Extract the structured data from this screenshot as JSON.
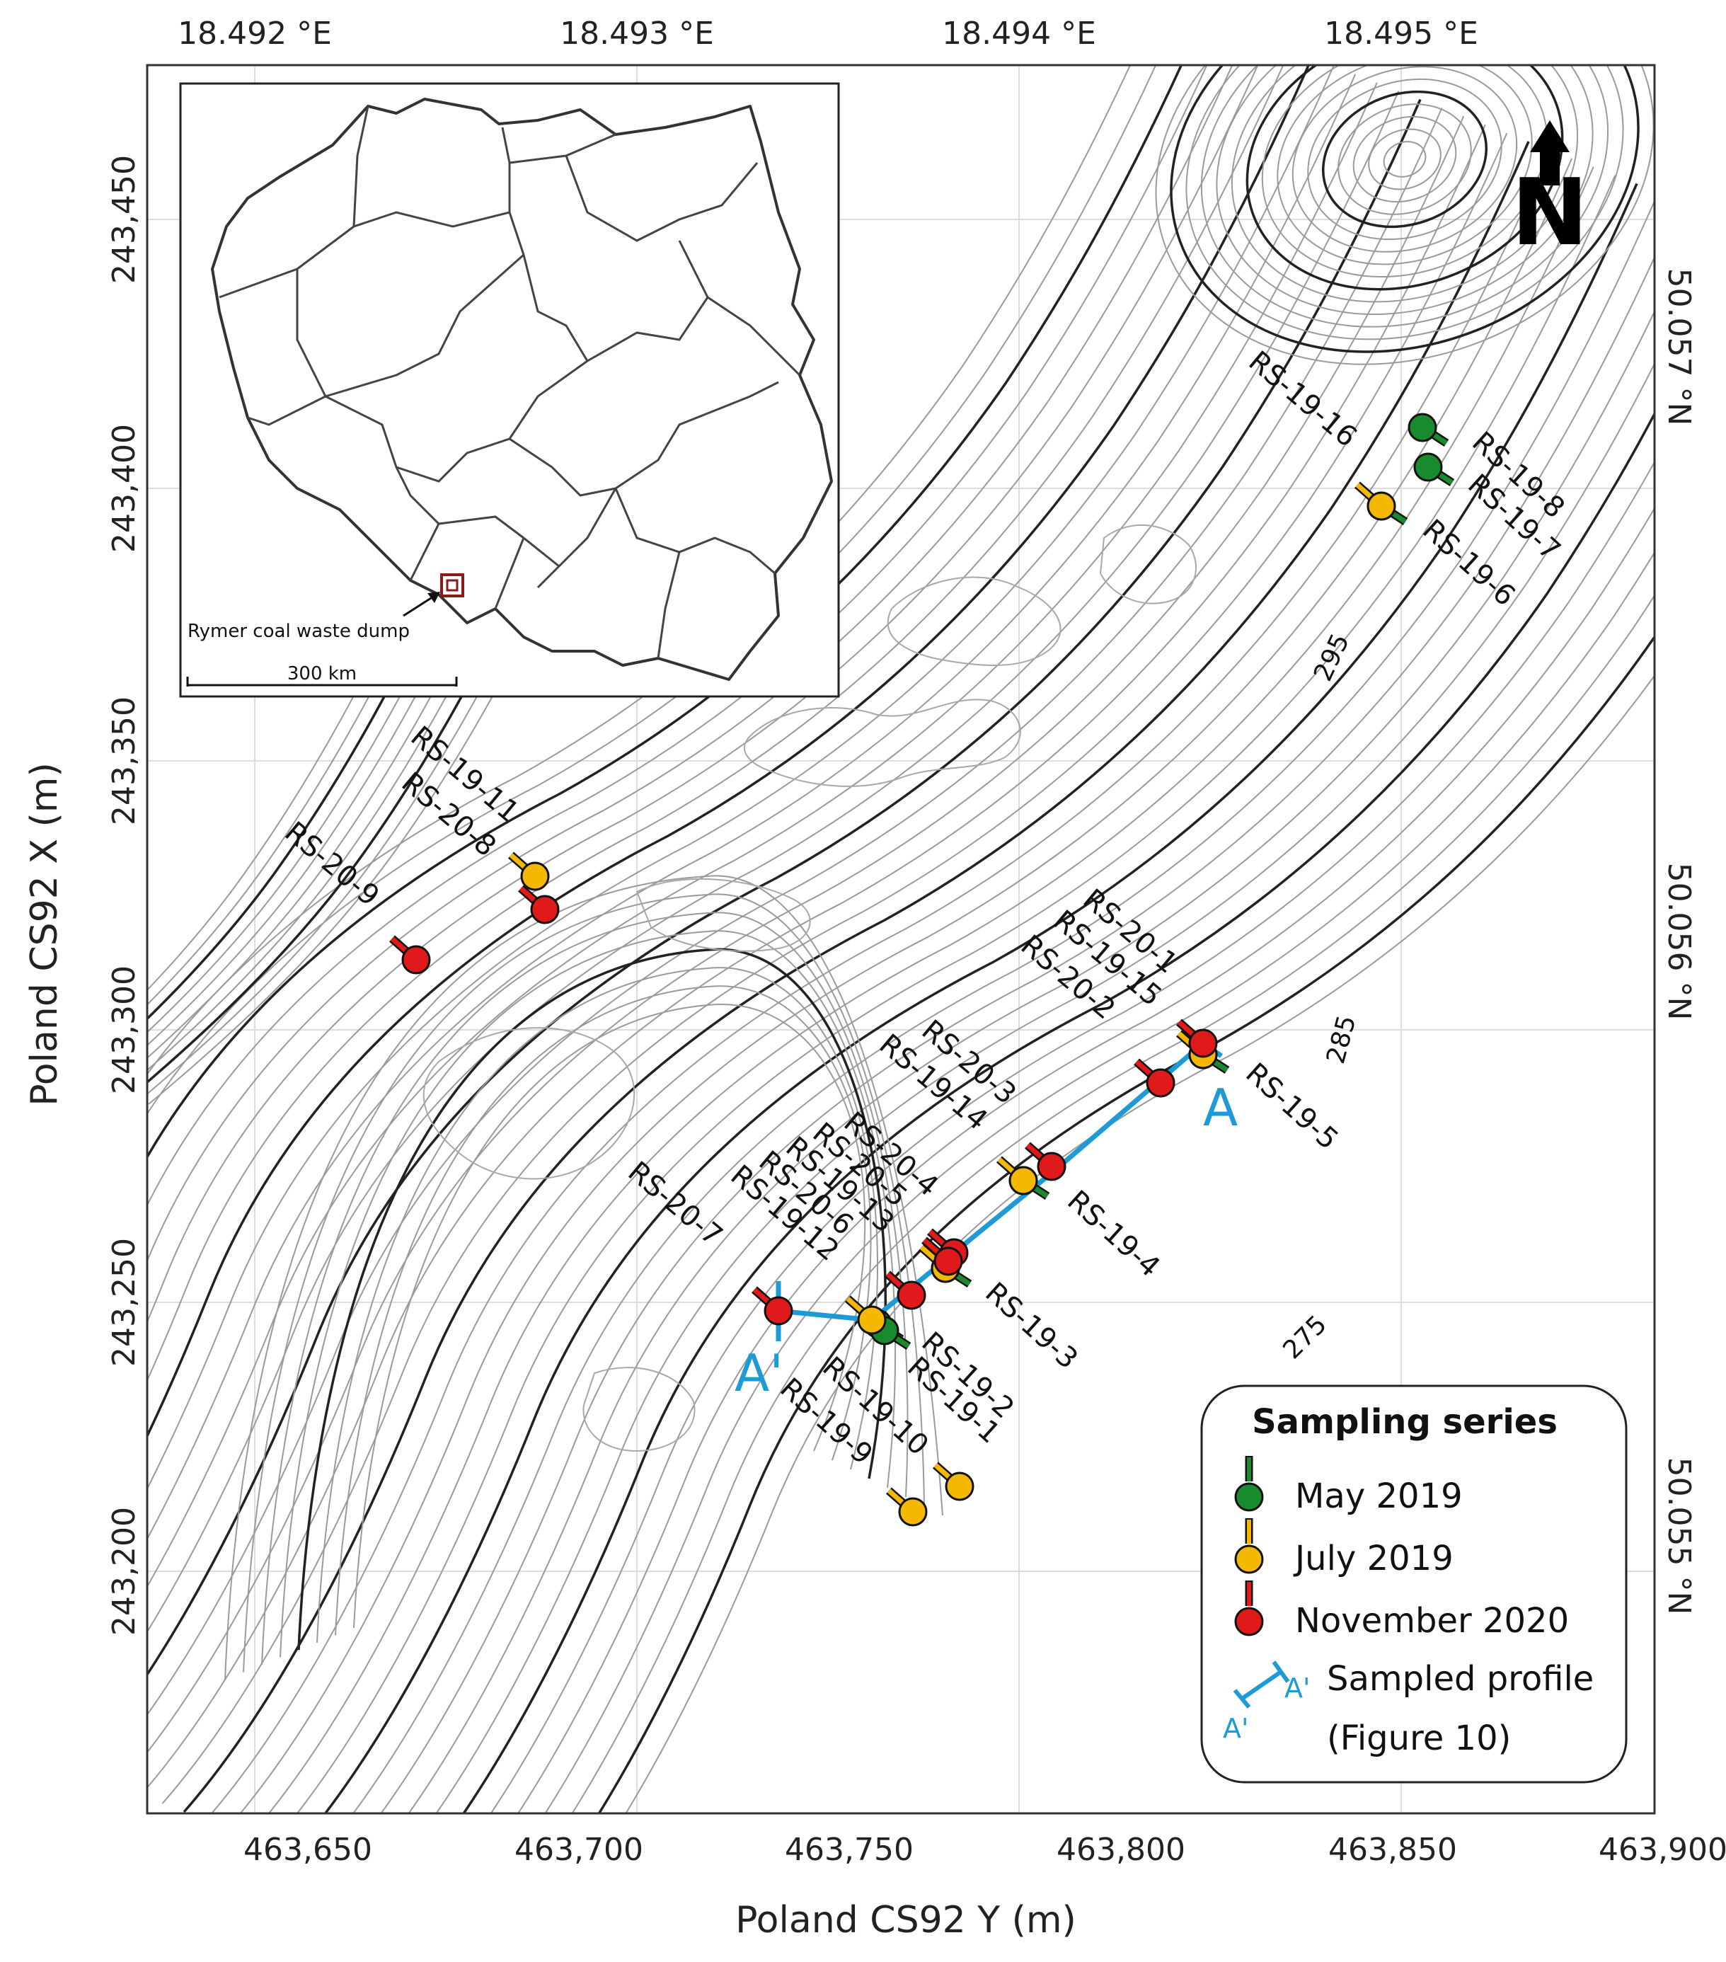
{
  "axes": {
    "y_title": "Poland CS92 X (m)",
    "x_title": "Poland CS92 Y (m)",
    "top_ticks": [
      "18.492 °E",
      "18.493 °E",
      "18.494 °E",
      "18.495 °E"
    ],
    "bottom_ticks": [
      "463,650",
      "463,700",
      "463,750",
      "463,800",
      "463,850",
      "463,900"
    ],
    "left_ticks": [
      "243,450",
      "243,400",
      "243,350",
      "243,300",
      "243,250",
      "243,200"
    ],
    "right_ticks": [
      "50.057 °N",
      "50.056 °N",
      "50.055 °N"
    ]
  },
  "north_arrow": {
    "letter": "N"
  },
  "contours": {
    "labels": [
      "295",
      "285",
      "275"
    ]
  },
  "inset": {
    "caption": "Rymer coal waste dump",
    "scale": "300 km"
  },
  "samples": {
    "may_2019": [
      "RS-19-8",
      "RS-19-7",
      "RS-19-6",
      "RS-19-5",
      "RS-19-4",
      "RS-19-3",
      "RS-19-2",
      "RS-19-1"
    ],
    "july_2019": [
      "RS-19-16",
      "RS-19-15",
      "RS-19-14",
      "RS-19-13",
      "RS-19-12",
      "RS-19-11",
      "RS-19-10",
      "RS-19-9"
    ],
    "november_2020": [
      "RS-20-1",
      "RS-20-2",
      "RS-20-3",
      "RS-20-4",
      "RS-20-5",
      "RS-20-6",
      "RS-20-7",
      "RS-20-8",
      "RS-20-9"
    ]
  },
  "profile": {
    "start": "A",
    "end": "A'"
  },
  "legend": {
    "title": "Sampling series",
    "items": [
      "May 2019",
      "July 2019",
      "November 2020"
    ],
    "profile_label": "Sampled profile",
    "profile_ref": "(Figure 10)",
    "profile_a": "A'",
    "profile_a_prime": "A'"
  },
  "colors": {
    "may_2019": "#1a8a2e",
    "july_2019": "#f5b800",
    "november_2020": "#e01a1a",
    "profile": "#1e9ad6",
    "contour_minor": "#9a9a9a",
    "contour_major": "#222222"
  }
}
